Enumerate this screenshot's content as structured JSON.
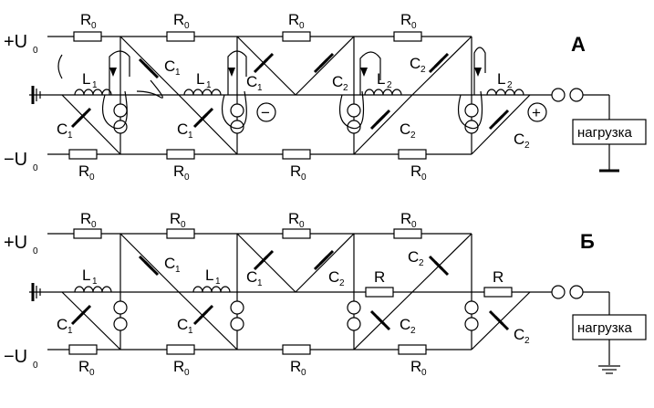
{
  "labels": {
    "plus": "+U",
    "minus": "−U",
    "zero": "0",
    "R": "R",
    "L": "L",
    "C": "C",
    "one": "1",
    "two": "2",
    "pos_sign": "+",
    "neg_sign": "−"
  },
  "panels": {
    "A": {
      "title": "А",
      "load": "нагрузка"
    },
    "B": {
      "title": "Б",
      "load": "нагрузка"
    }
  }
}
